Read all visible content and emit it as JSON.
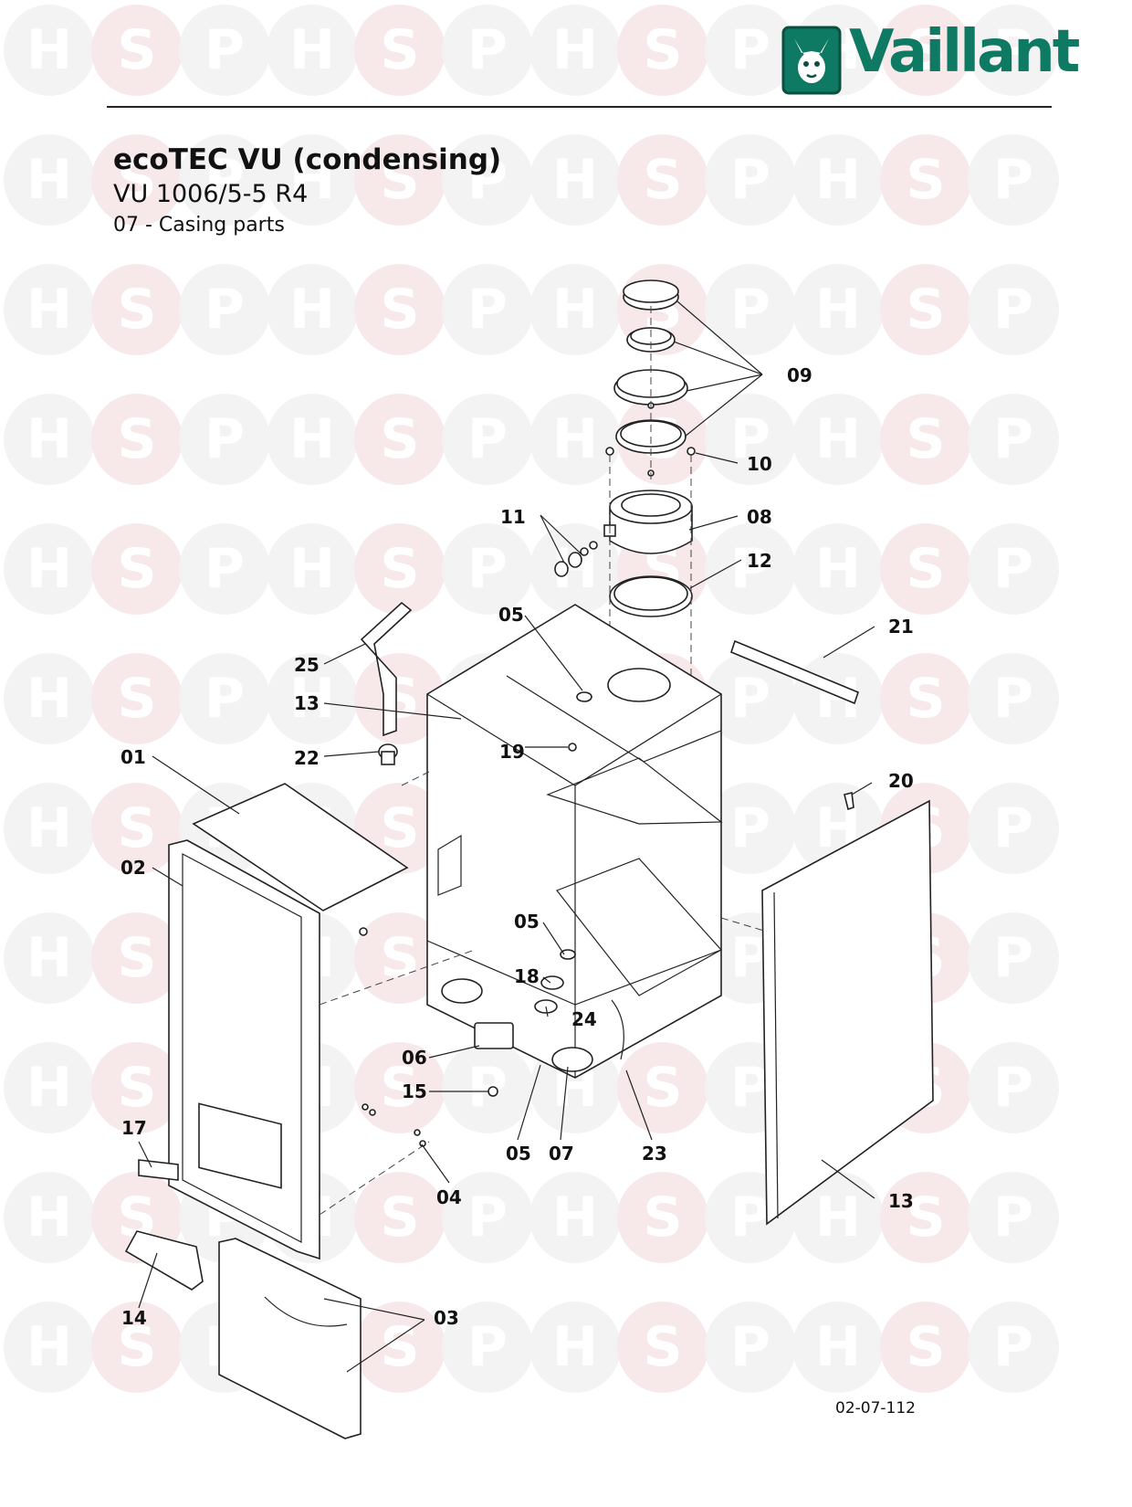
{
  "watermark": {
    "letters": [
      "H",
      "S",
      "P"
    ]
  },
  "brand": {
    "name": "Vaillant",
    "color": "#0f7a63",
    "icon": "hare-logo-icon"
  },
  "header": {
    "product": "ecoTEC VU (condensing)",
    "model": "VU 1006/5-5 R4",
    "section": "07 - Casing parts"
  },
  "diagram": {
    "drawing_code": "02-07-112",
    "callouts": [
      {
        "id": "c01",
        "label": "01"
      },
      {
        "id": "c02",
        "label": "02"
      },
      {
        "id": "c03",
        "label": "03"
      },
      {
        "id": "c04",
        "label": "04"
      },
      {
        "id": "c05a",
        "label": "05"
      },
      {
        "id": "c05b",
        "label": "05"
      },
      {
        "id": "c05c",
        "label": "05"
      },
      {
        "id": "c06",
        "label": "06"
      },
      {
        "id": "c07",
        "label": "07"
      },
      {
        "id": "c08",
        "label": "08"
      },
      {
        "id": "c09",
        "label": "09"
      },
      {
        "id": "c10",
        "label": "10"
      },
      {
        "id": "c11",
        "label": "11"
      },
      {
        "id": "c12",
        "label": "12"
      },
      {
        "id": "c13a",
        "label": "13"
      },
      {
        "id": "c13b",
        "label": "13"
      },
      {
        "id": "c14",
        "label": "14"
      },
      {
        "id": "c15",
        "label": "15"
      },
      {
        "id": "c17",
        "label": "17"
      },
      {
        "id": "c18",
        "label": "18"
      },
      {
        "id": "c19",
        "label": "19"
      },
      {
        "id": "c20",
        "label": "20"
      },
      {
        "id": "c21",
        "label": "21"
      },
      {
        "id": "c22",
        "label": "22"
      },
      {
        "id": "c23",
        "label": "23"
      },
      {
        "id": "c24",
        "label": "24"
      },
      {
        "id": "c25",
        "label": "25"
      }
    ]
  }
}
